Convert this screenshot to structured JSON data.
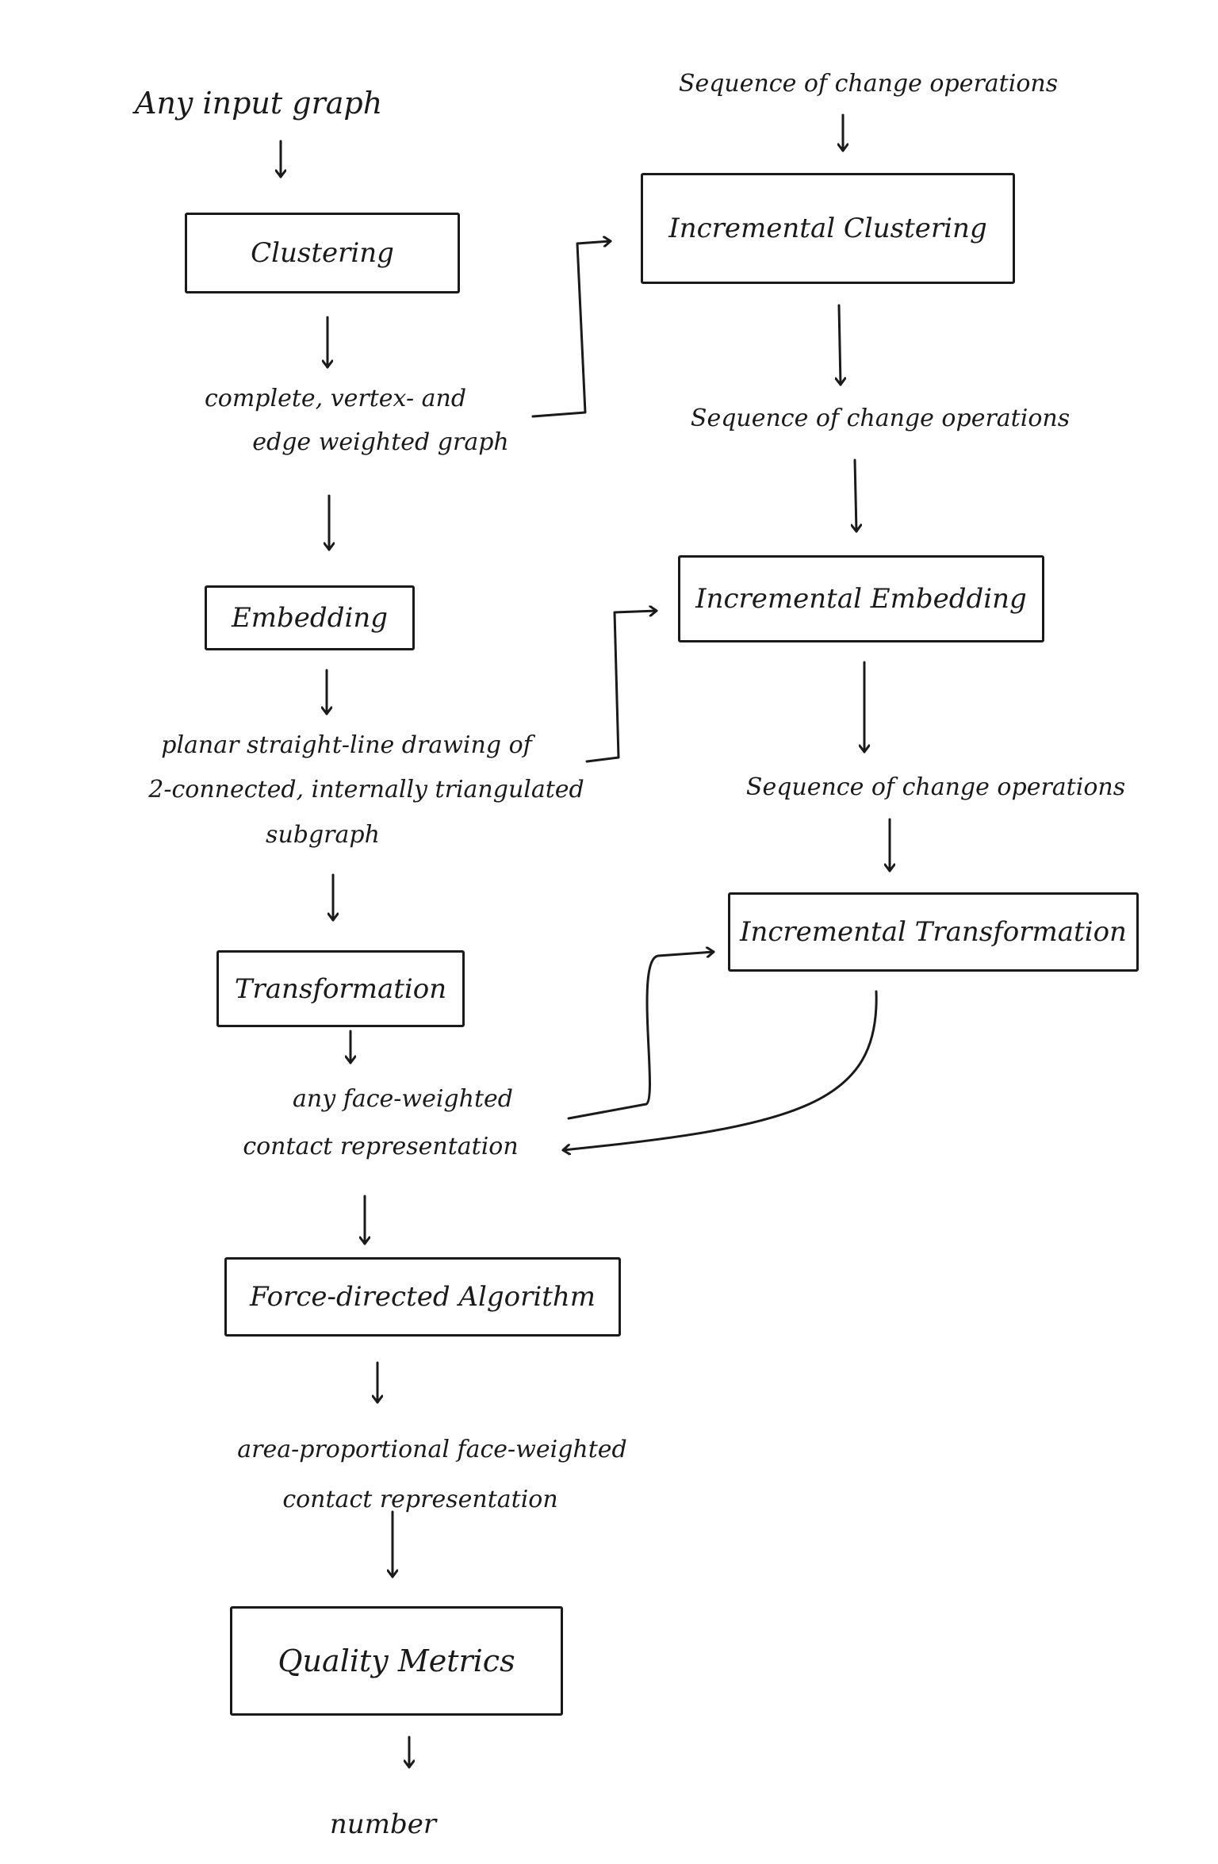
{
  "left": {
    "input": "Any input graph",
    "clustering": "Clustering",
    "cluster_output": [
      "complete, vertex- and",
      "edge weighted graph"
    ],
    "embedding": "Embedding",
    "embedding_output": [
      "planar straight-line drawing of",
      "2-connected, internally triangulated",
      "subgraph"
    ],
    "transformation": "Transformation",
    "transformation_output": [
      "any face-weighted",
      "contact representation"
    ],
    "force": "Force-directed Algorithm",
    "force_output": [
      "area-proportional face-weighted",
      "contact representation"
    ],
    "quality": "Quality Metrics",
    "result": "number"
  },
  "right": {
    "input": "Sequence of change operations",
    "incremental_clustering": "Incremental Clustering",
    "clustering_output": "Sequence of change operations",
    "incremental_embedding": "Incremental Embedding",
    "embedding_output": "Sequence of change operations",
    "incremental_transformation": "Incremental Transformation"
  }
}
